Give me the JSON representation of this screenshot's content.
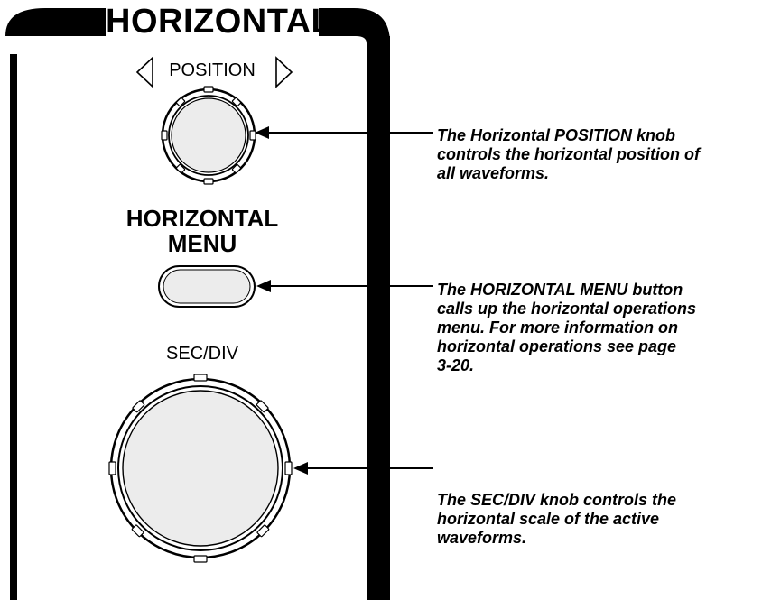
{
  "panel": {
    "title": "HORIZONTAL"
  },
  "position_knob": {
    "label": "POSITION",
    "callout_lines": [
      "The Horizontal POSITION knob",
      "controls the horizontal position of",
      "all waveforms."
    ]
  },
  "menu_button": {
    "label_lines": [
      "HORIZONTAL",
      "MENU"
    ],
    "callout_lines": [
      "The HORIZONTAL MENU button",
      "calls up the horizontal operations",
      "menu. For more information on",
      "horizontal operations see page",
      "3-20."
    ]
  },
  "secdiv_knob": {
    "label": "SEC/DIV",
    "callout_lines": [
      "The SEC/DIV knob controls the",
      "horizontal scale of the active",
      "waveforms."
    ]
  }
}
